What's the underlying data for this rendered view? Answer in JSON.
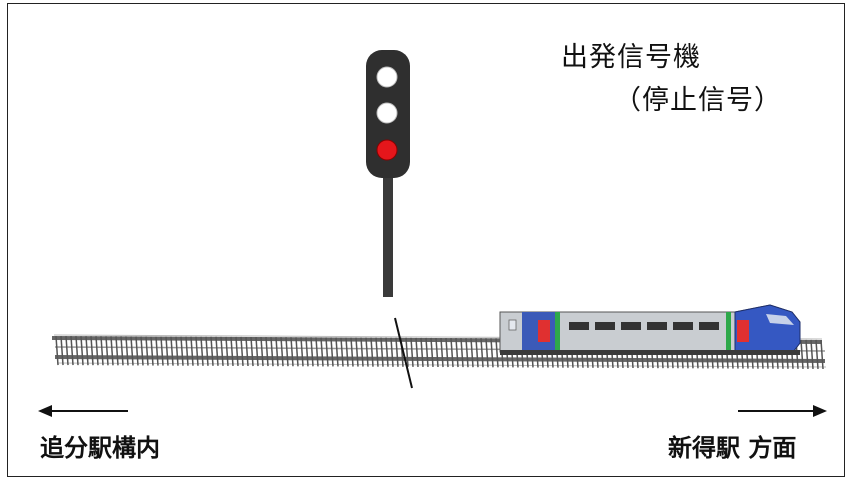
{
  "title": {
    "line1": "出発信号機",
    "line2": "（停止信号）"
  },
  "signal": {
    "aspect": "stop",
    "lamps": [
      "white",
      "white",
      "red"
    ],
    "colors": {
      "housing": "#2f2f2f",
      "lamp_off": "#ffffff",
      "lamp_on": "#e5161b"
    }
  },
  "direction_left": {
    "label": "追分駅構内",
    "arrow": "left-arrow-icon"
  },
  "direction_right": {
    "label": "新得駅 方面",
    "arrow": "right-arrow-icon"
  },
  "train": {
    "icon": "train-icon",
    "colors": {
      "body": "#cfd3d6",
      "nose": "#3558c2",
      "stripe": "#2ea84a",
      "door": "#e03030"
    }
  }
}
